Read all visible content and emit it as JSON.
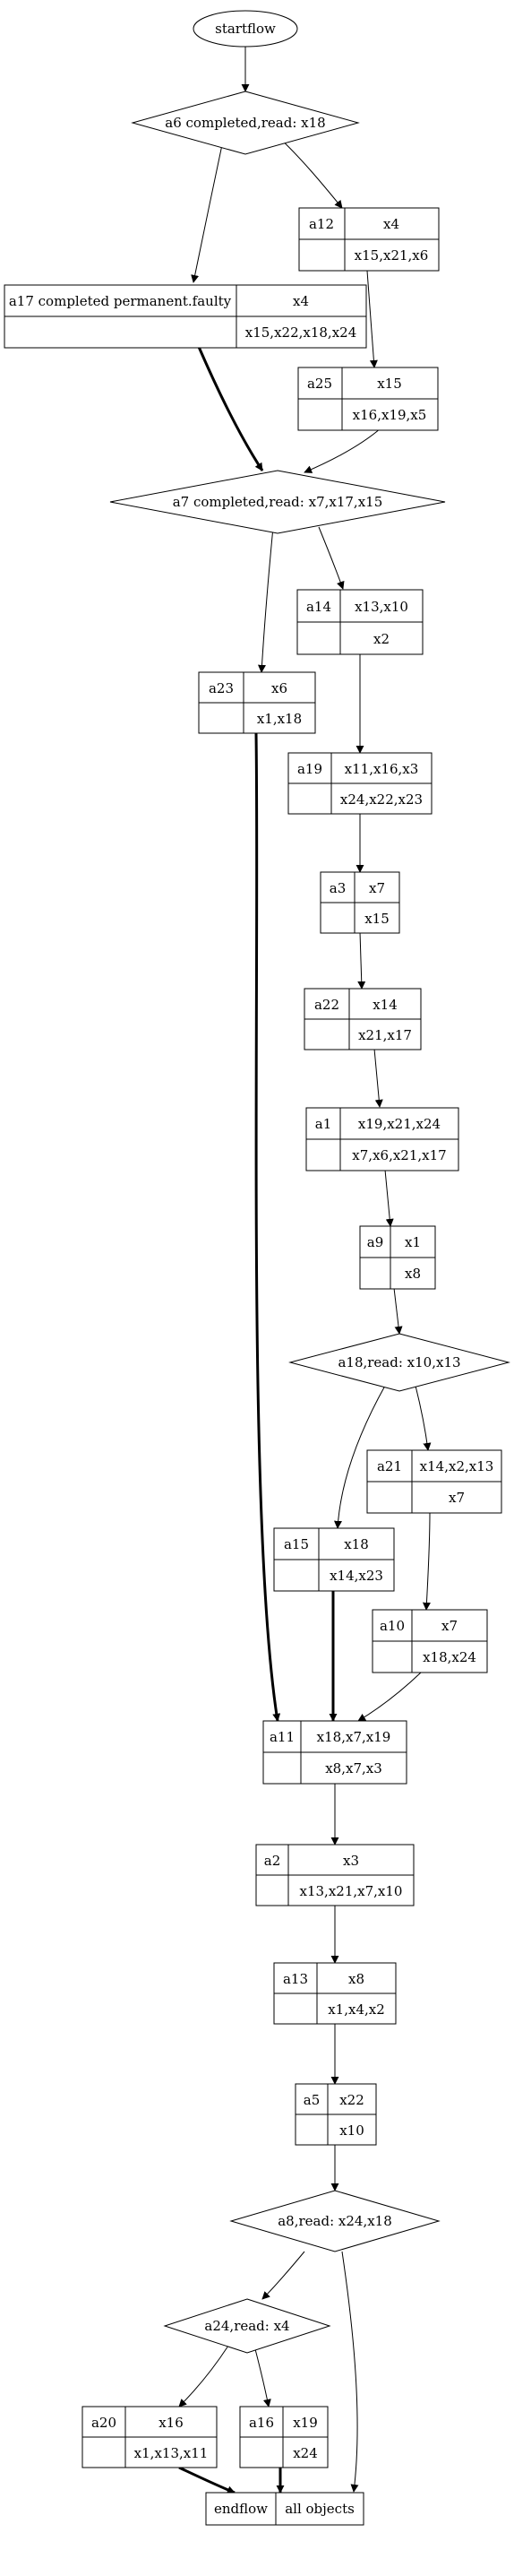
{
  "nodes": {
    "startflow": {
      "label": "startflow"
    },
    "d_a6": {
      "label": "a6 completed,read: x18"
    },
    "a12": {
      "id": "a12",
      "top": "x4",
      "bottom": "x15,x21,x6"
    },
    "a17": {
      "id": "a17 completed permanent.faulty",
      "top": "x4",
      "bottom": "x15,x22,x18,x24"
    },
    "a25": {
      "id": "a25",
      "top": "x15",
      "bottom": "x16,x19,x5"
    },
    "d_a7": {
      "label": "a7 completed,read: x7,x17,x15"
    },
    "a14": {
      "id": "a14",
      "top": "x13,x10",
      "bottom": "x2"
    },
    "a23": {
      "id": "a23",
      "top": "x6",
      "bottom": "x1,x18"
    },
    "a19": {
      "id": "a19",
      "top": "x11,x16,x3",
      "bottom": "x24,x22,x23"
    },
    "a3": {
      "id": "a3",
      "top": "x7",
      "bottom": "x15"
    },
    "a22": {
      "id": "a22",
      "top": "x14",
      "bottom": "x21,x17"
    },
    "a1": {
      "id": "a1",
      "top": "x19,x21,x24",
      "bottom": "x7,x6,x21,x17"
    },
    "a9": {
      "id": "a9",
      "top": "x1",
      "bottom": "x8"
    },
    "d_a18": {
      "label": "a18,read: x10,x13"
    },
    "a21": {
      "id": "a21",
      "top": "x14,x2,x13",
      "bottom": "x7"
    },
    "a15": {
      "id": "a15",
      "top": "x18",
      "bottom": "x14,x23"
    },
    "a10": {
      "id": "a10",
      "top": "x7",
      "bottom": "x18,x24"
    },
    "a11": {
      "id": "a11",
      "top": "x18,x7,x19",
      "bottom": "x8,x7,x3"
    },
    "a2": {
      "id": "a2",
      "top": "x3",
      "bottom": "x13,x21,x7,x10"
    },
    "a13": {
      "id": "a13",
      "top": "x8",
      "bottom": "x1,x4,x2"
    },
    "a5": {
      "id": "a5",
      "top": "x22",
      "bottom": "x10"
    },
    "d_a8": {
      "label": "a8,read: x24,x18"
    },
    "d_a24": {
      "label": "a24,read: x4"
    },
    "a20": {
      "id": "a20",
      "top": "x16",
      "bottom": "x1,x13,x11"
    },
    "a16": {
      "id": "a16",
      "top": "x19",
      "bottom": "x24"
    },
    "endflow": {
      "left": "endflow",
      "right": "all objects"
    }
  },
  "colors": {
    "line": "#000000",
    "fill": "#ffffff",
    "text": "#000000"
  }
}
